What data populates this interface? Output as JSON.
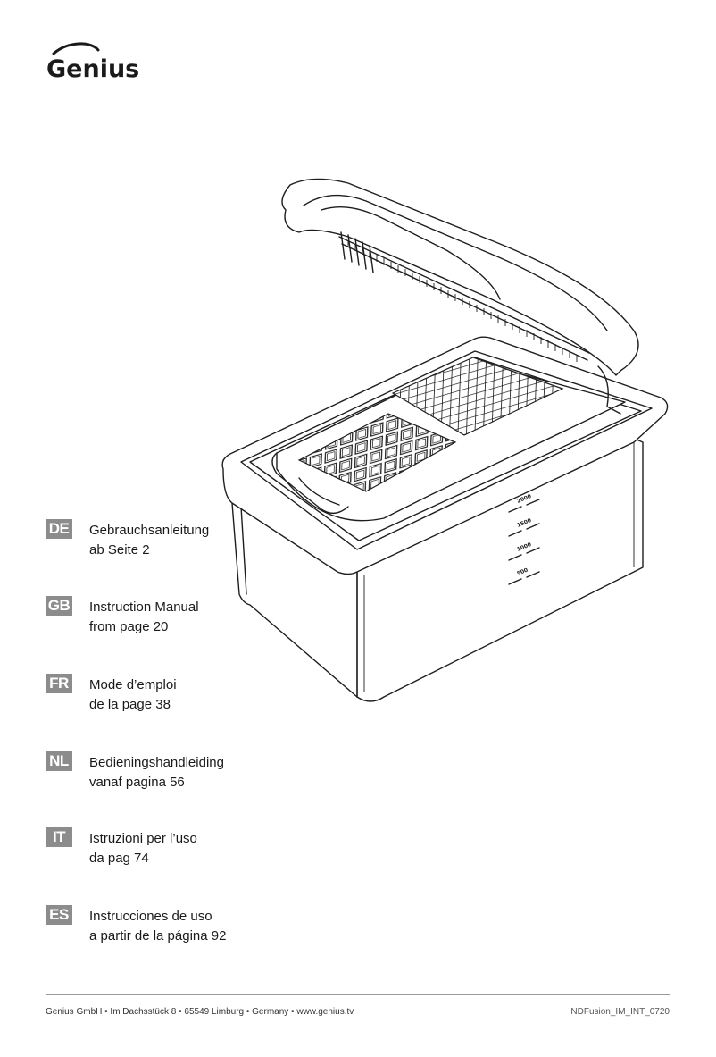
{
  "brand": {
    "logo_text": "Genius"
  },
  "product": {
    "scale_marks": [
      "2000",
      "1500",
      "1000",
      "500"
    ]
  },
  "languages": [
    {
      "code": "DE",
      "line1": "Gebrauchsanleitung",
      "line2": "ab Seite 2"
    },
    {
      "code": "GB",
      "line1": "Instruction Manual",
      "line2": "from page 20"
    },
    {
      "code": "FR",
      "line1": "Mode d’emploi",
      "line2": "de la page 38"
    },
    {
      "code": "NL",
      "line1": "Bedieningshandleiding",
      "line2": "vanaf pagina 56"
    },
    {
      "code": "IT",
      "line1": "Istruzioni per l’uso",
      "line2": "da pag 74"
    },
    {
      "code": "ES",
      "line1": "Instrucciones de uso",
      "line2": "a partir de la página 92"
    }
  ],
  "footer": {
    "address": "Genius GmbH • Im Dachsstück 8 • 65549 Limburg • Germany • www.genius.tv",
    "doc_code": "NDFusion_IM_INT_0720"
  },
  "colors": {
    "badge": "#8c8c8c",
    "text": "#1a1a1a",
    "rule": "#9a9a9a"
  }
}
